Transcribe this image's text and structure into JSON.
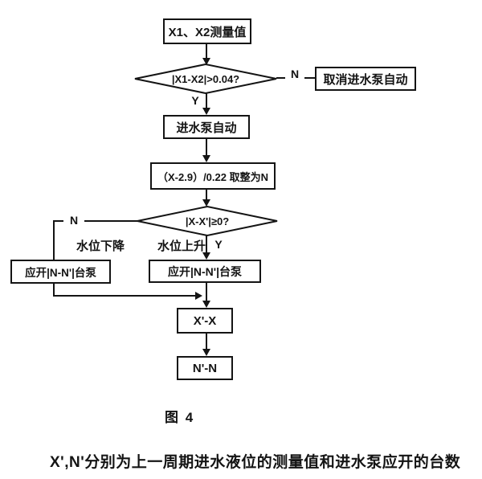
{
  "page": {
    "background": "#ffffff",
    "ink": "#141414"
  },
  "flowchart": {
    "nodes": {
      "measure": {
        "label": "X1、X2测量值"
      },
      "check_diff": {
        "label": "|X1-X2|>0.04?"
      },
      "cancel_auto": {
        "label": "取消进水泵自动"
      },
      "pump_auto": {
        "label": "进水泵自动"
      },
      "calc_n": {
        "label": "（X-2.9）/0.22 取整为N"
      },
      "check_level": {
        "label": "|X-X'|≥0?"
      },
      "pumps_down": {
        "label": "应开|N-N'|台泵"
      },
      "pumps_up": {
        "label": "应开|N-N'|台泵"
      },
      "assign_x": {
        "label": "X'-X"
      },
      "assign_n": {
        "label": "N'-N"
      }
    },
    "edge_labels": {
      "no1": "N",
      "yes1": "Y",
      "no2": "N",
      "yes2": "Y",
      "level_falling": "水位下降",
      "level_rising": "水位上升"
    }
  },
  "caption": "图 4",
  "footnote": "X',N'分别为上一周期进水液位的测量值和进水泵应开的台数"
}
